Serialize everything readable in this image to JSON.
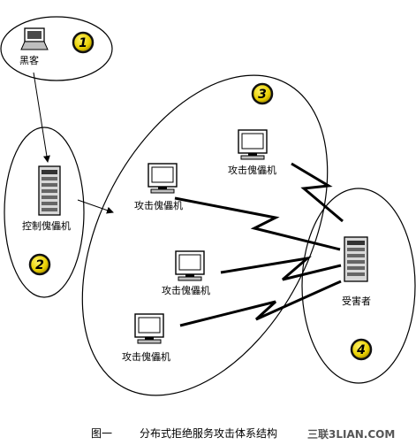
{
  "nodes": {
    "hacker": {
      "label": "黑客",
      "icon": "laptop-icon"
    },
    "controller": {
      "label": "控制傀儡机",
      "icon": "server-icon"
    },
    "zombies": [
      {
        "label": "攻击傀儡机",
        "icon": "monitor-icon"
      },
      {
        "label": "攻击傀儡机",
        "icon": "monitor-icon"
      },
      {
        "label": "攻击傀儡机",
        "icon": "monitor-icon"
      },
      {
        "label": "攻击傀儡机",
        "icon": "monitor-icon"
      }
    ],
    "victim": {
      "label": "受害者",
      "icon": "server-icon"
    }
  },
  "badges": [
    "1",
    "2",
    "3",
    "4"
  ],
  "caption": {
    "figure": "图一",
    "title": "分布式拒绝服务攻击体系结构"
  },
  "watermark": {
    "text": "三联3LIAN.COM",
    "color_red": "#cc0000",
    "color_dark": "#333333"
  },
  "colors": {
    "badge_fill": "#e8d000",
    "badge_ring": "#111111",
    "lines": "#000000"
  }
}
